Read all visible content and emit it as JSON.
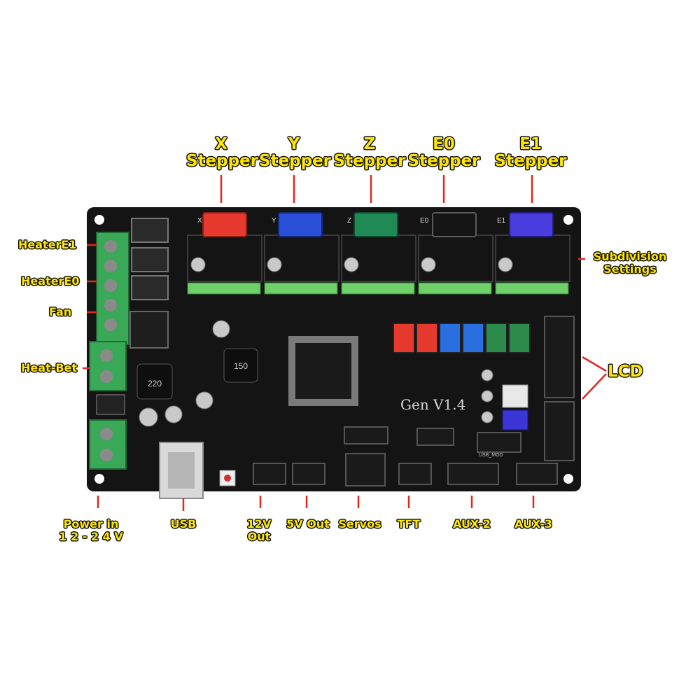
{
  "stepper_labels": [
    {
      "axis": "X",
      "word": "Stepper"
    },
    {
      "axis": "Y",
      "word": "Stepper"
    },
    {
      "axis": "Z",
      "word": "Stepper"
    },
    {
      "axis": "E0",
      "word": "Stepper"
    },
    {
      "axis": "E1",
      "word": "Stepper"
    }
  ],
  "left_labels": {
    "heater_e1": "HeaterE1",
    "heater_e0": "HeaterE0",
    "fan": "Fan",
    "heat_bet": "Heat-Bet"
  },
  "right_labels": {
    "subdivision_1": "Subdivision",
    "subdivision_2": "Settings",
    "lcd": "LCD"
  },
  "bottom_labels": {
    "power_1": "Power in",
    "power_2": "1 2 - 2 4 V",
    "usb": "USB",
    "v12_1": "12V",
    "v12_2": "Out",
    "v5": "5V Out",
    "servos": "Servos",
    "tft": "TFT",
    "aux2": "AUX-2",
    "aux3": "AUX-3"
  },
  "board": {
    "model": "Gen V1.4",
    "silk": {
      "x": "X",
      "y": "Y",
      "z": "Z",
      "e0": "E0",
      "e1": "E1",
      "inductor1": "220",
      "inductor2": "150",
      "usb_mod": "USB_MOD"
    }
  },
  "colors": {
    "label": "#ffe600",
    "leader": "#e0281e",
    "pcb": "#141414",
    "terminal": "#3aa957",
    "x_conn": "#e63a2e",
    "y_conn": "#2a4fd8",
    "z_conn": "#1f8a55",
    "e0_conn": "#151515",
    "e1_conn": "#4a3de0"
  }
}
